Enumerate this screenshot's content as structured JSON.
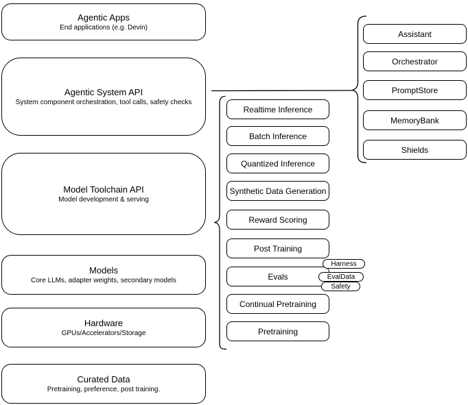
{
  "diagram": {
    "layers": [
      {
        "title": "Agentic Apps",
        "subtitle": "End applications (e.g. Devin)"
      },
      {
        "title": "Agentic System API",
        "subtitle": "System component orchestration, tool calls, safety checks"
      },
      {
        "title": "Model Toolchain API",
        "subtitle": "Model development & serving"
      },
      {
        "title": "Models",
        "subtitle": "Core LLMs, adapter weights, secondary models"
      },
      {
        "title": "Hardware",
        "subtitle": "GPUs/Accelerators/Storage"
      },
      {
        "title": "Curated Data",
        "subtitle": "Pretraining, preference, post training."
      }
    ],
    "toolchain_services": [
      "Realtime Inference",
      "Batch Inference",
      "Quantized Inference",
      "Synthetic Data Generation",
      "Reward Scoring",
      "Post Training",
      "Evals",
      "Continual Pretraining",
      "Pretraining"
    ],
    "evals_tags": [
      "Harness",
      "EvalData",
      "Safety"
    ],
    "system_components": [
      "Assistant",
      "Orchestrator",
      "PromptStore",
      "MemoryBank",
      "Shields"
    ],
    "colors": {
      "stroke": "#000000",
      "canvas": "#ffffff"
    }
  }
}
